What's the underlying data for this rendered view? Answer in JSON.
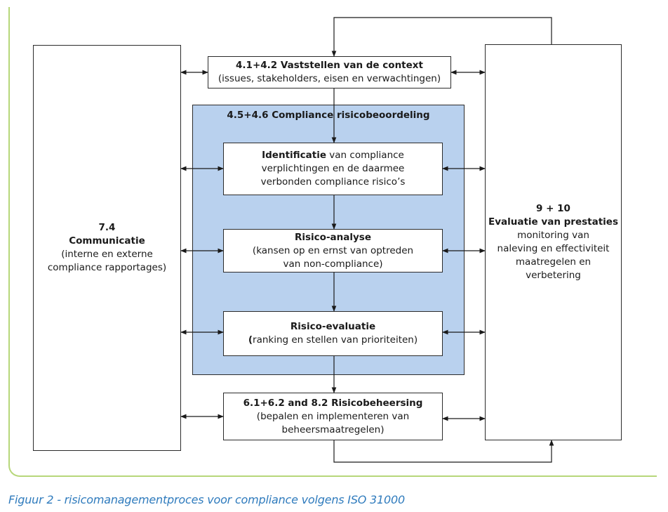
{
  "context_box": {
    "title": "4.1+4.2 Vaststellen van de context",
    "subtitle": "(issues, stakeholders, eisen en verwachtingen)"
  },
  "assessment_panel": {
    "title": "4.5+4.6 Compliance risicobeoordeling"
  },
  "identification_box": {
    "title_bold": "Identificatie",
    "title_rest": " van compliance",
    "line2": "verplichtingen en de daarmee",
    "line3": "verbonden compliance risico’s"
  },
  "analysis_box": {
    "title": "Risico-analyse",
    "line2": "(kansen op en ernst van optreden",
    "line3": "van non-compliance)"
  },
  "evaluation_box": {
    "title": "Risico-evaluatie",
    "line2_bold": "(",
    "line2_rest": "ranking en stellen van prioriteiten)"
  },
  "treatment_box": {
    "title": "6.1+6.2 and 8.2 Risicobeheersing",
    "line2": "(bepalen en implementeren van",
    "line3": "beheersmaatregelen)"
  },
  "communication_box": {
    "number": "7.4",
    "title": "Communicatie",
    "line3": "(interne en externe",
    "line4": "compliance rapportages)"
  },
  "performance_box": {
    "number": "9 + 10",
    "title": "Evaluatie van prestaties",
    "line3": "monitoring van",
    "line4": "naleving en effectiviteit",
    "line5": "maatregelen en",
    "line6": "verbetering"
  },
  "caption": "Figuur 2 - risicomanagementproces voor compliance volgens ISO 31000",
  "colors": {
    "frame": "#b7d77a",
    "panel": "#b9d1ee",
    "caption": "#2f7bbd"
  }
}
